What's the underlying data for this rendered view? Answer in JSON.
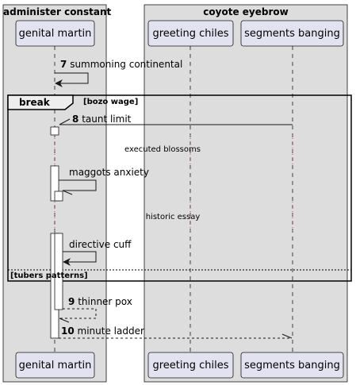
{
  "boxes": [
    {
      "title": "administer constant"
    },
    {
      "title": "coyote eyebrow"
    }
  ],
  "participants": [
    {
      "name": "genital martin"
    },
    {
      "name": "greeting chiles"
    },
    {
      "name": "segments banging"
    }
  ],
  "messages": [
    {
      "num": "7",
      "text": "summoning continental"
    },
    {
      "num": "8",
      "text": "taunt limit"
    },
    {
      "num": "",
      "text": "maggots anxiety"
    },
    {
      "num": "",
      "text": "directive cuff"
    },
    {
      "num": "9",
      "text": "thinner pox"
    },
    {
      "num": "10",
      "text": "minute ladder"
    }
  ],
  "dividers": [
    {
      "text": "executed blossoms"
    },
    {
      "text": "historic essay"
    }
  ],
  "fragment": {
    "keyword": "break",
    "guard": "[bozo wage]",
    "else_guard": "[tubers patterns]"
  },
  "colors": {
    "box_fill": "#dddddd",
    "participant_fill": "#e2e2f0",
    "participant_border": "#181818",
    "lifeline": "#181818",
    "divider_dots": "#c0455a"
  }
}
